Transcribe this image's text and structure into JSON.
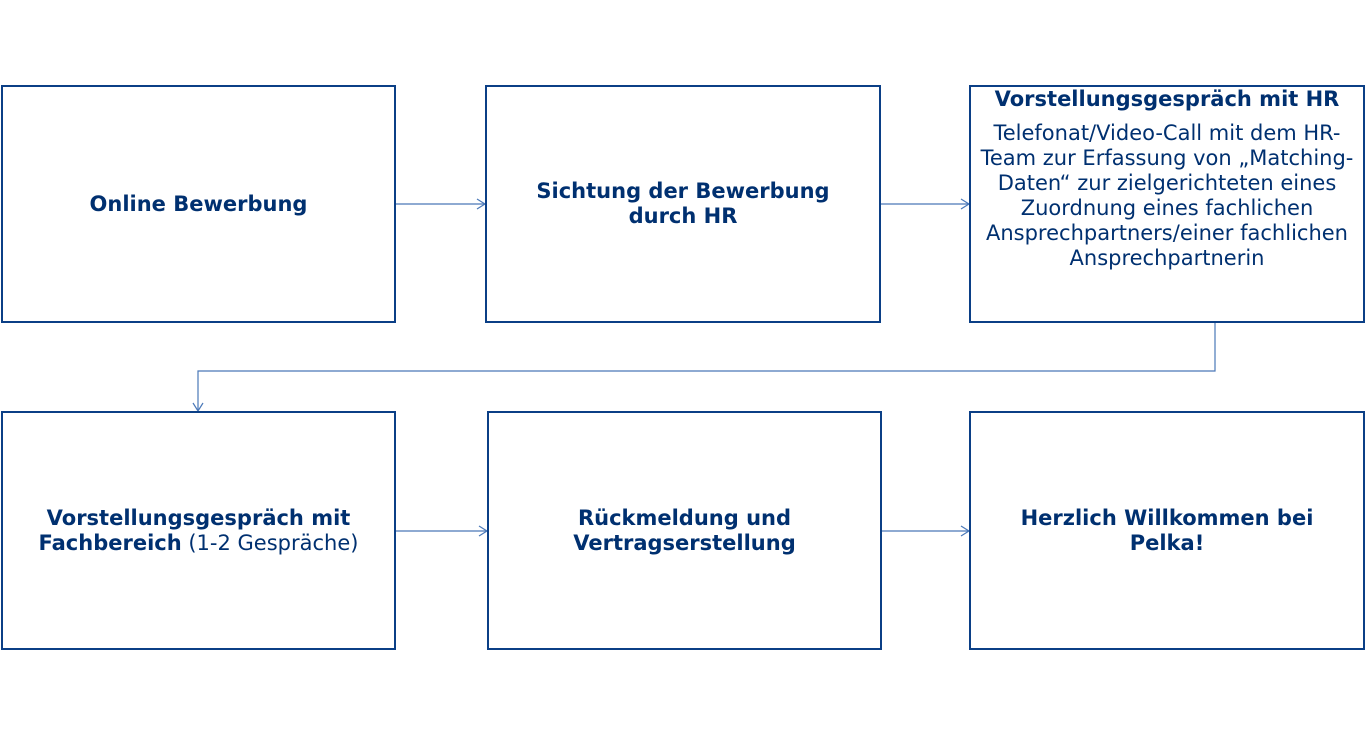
{
  "steps": {
    "online_bewerbung": "Online Bewerbung",
    "sichtung": "Sichtung der Bewerbung durch HR",
    "vorstellung_hr_title": "Vorstellungsgespräch mit HR",
    "vorstellung_hr_desc": "Telefonat/Video-Call mit dem HR-Team zur Erfassung von „Matching-Daten“ zur zielgerichteten eines Zuordnung eines fachlichen Ansprechpartners/einer fachlichen Ansprechpartnerin",
    "vorstellung_fach_title": "Vorstellungsgespräch mit Fachbereich",
    "vorstellung_fach_note": "(1-2 Gespräche)",
    "rueckmeldung": "Rückmeldung und Vertragserstellung",
    "willkommen": "Herzlich Willkommen bei Pelka!"
  },
  "colors": {
    "border": "#0b3f86",
    "text": "#003070",
    "connector": "#4a78b8"
  }
}
